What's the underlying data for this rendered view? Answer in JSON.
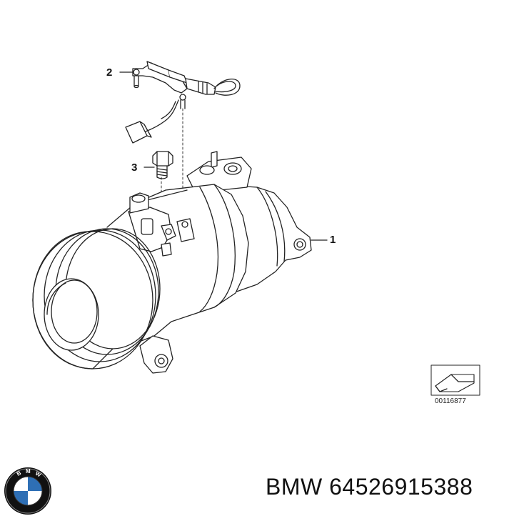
{
  "callouts": {
    "part1": "1",
    "part2": "2",
    "part3": "3"
  },
  "reference_code": "00116877",
  "brand": "BMW",
  "part_number": "64526915388",
  "logo_lettering": "BMW",
  "colors": {
    "line": "#222222",
    "logo_blue": "#2e6fb5",
    "logo_ring": "#111111"
  }
}
